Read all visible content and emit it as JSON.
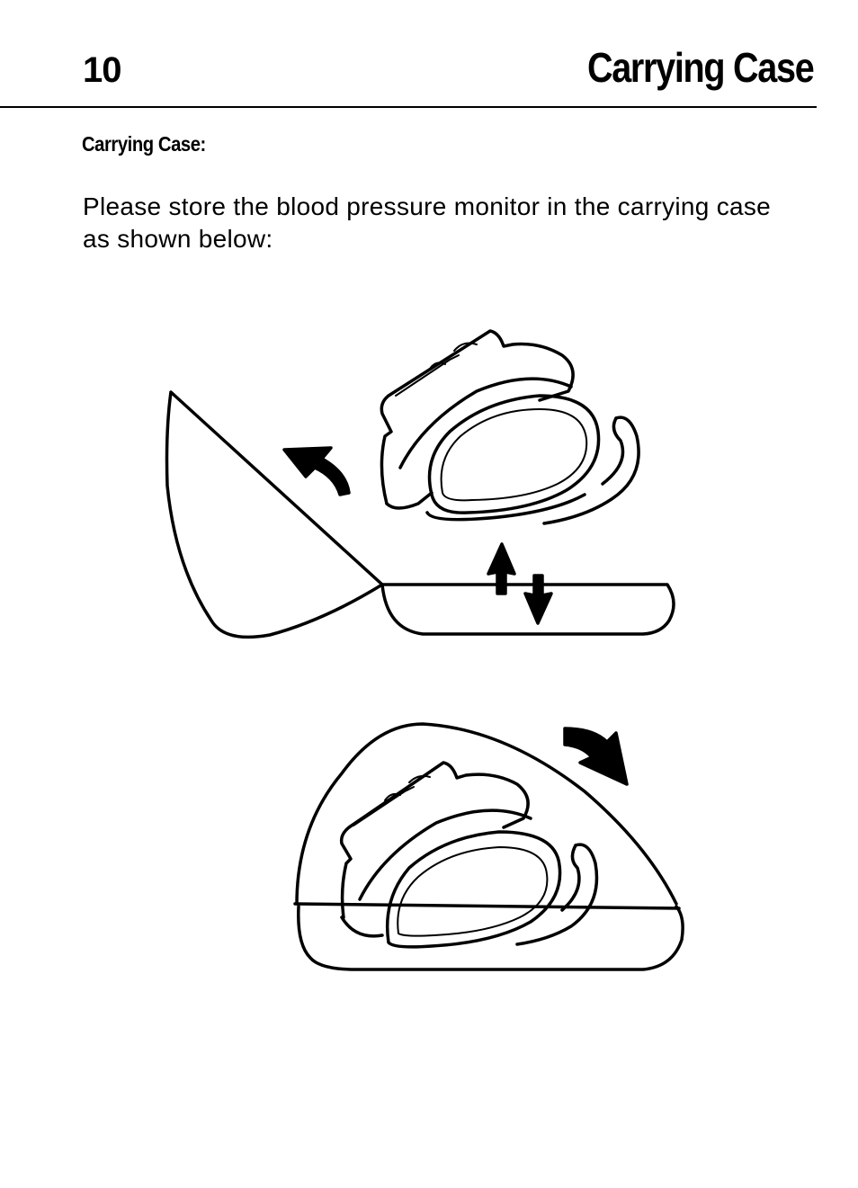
{
  "header": {
    "page_number": "10",
    "title": "Carrying Case"
  },
  "section": {
    "heading": "Carrying Case:",
    "body": "Please store the blood pressure monitor in the carrying case as shown below:"
  },
  "icons": [
    "open-case-illustration",
    "closed-case-illustration",
    "lid-open-arrow-icon",
    "insert-arrow-icon",
    "lid-close-arrow-icon"
  ]
}
